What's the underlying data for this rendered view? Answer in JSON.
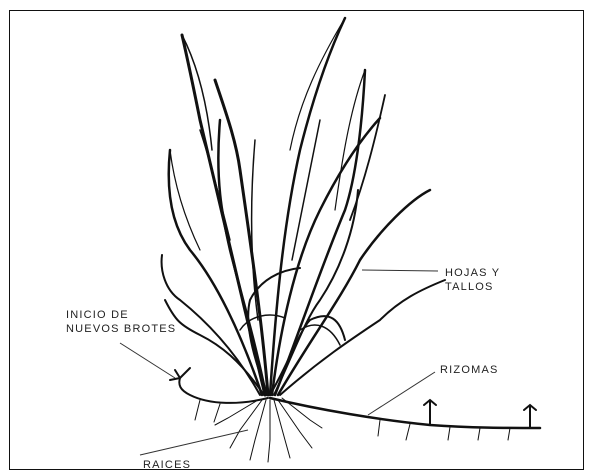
{
  "labels": {
    "leaves_stems_line1": "HOJAS Y",
    "leaves_stems_line2": "TALLOS",
    "new_shoots_line1": "INICIO DE",
    "new_shoots_line2": "NUEVOS BROTES",
    "rhizomes": "RIZOMAS",
    "roots": "RAICES"
  },
  "colors": {
    "ink": "#111111",
    "frame": "#111111",
    "background": "#ffffff"
  }
}
